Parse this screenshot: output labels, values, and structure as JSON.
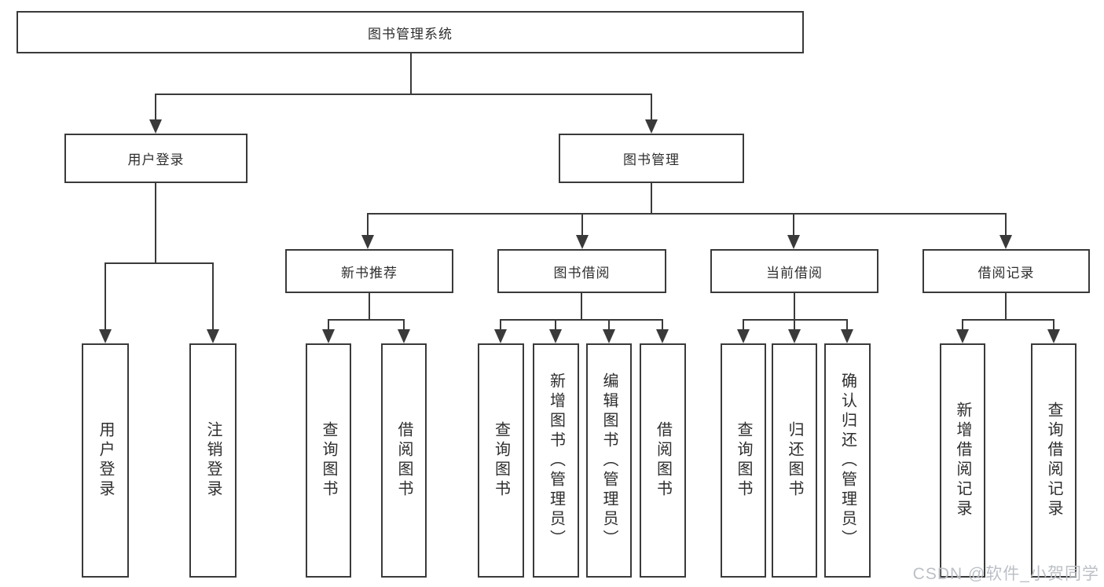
{
  "nodes": {
    "root": "图书管理系统",
    "level2": [
      "用户登录",
      "图书管理"
    ],
    "level3": [
      "新书推荐",
      "图书借阅",
      "当前借阅",
      "借阅记录"
    ],
    "leaves": {
      "user_login": [
        "用户登录",
        "注销登录"
      ],
      "new_book_recommend": [
        "查询图书",
        "借阅图书"
      ],
      "book_borrow": [
        "查询图书",
        "新增图书（管理员）",
        "编辑图书（管理员）",
        "借阅图书"
      ],
      "current_borrow": [
        "查询图书",
        "归还图书",
        "确认归还（管理员）"
      ],
      "borrow_record": [
        "新增借阅记录",
        "查询借阅记录"
      ]
    }
  },
  "watermark": "CSDN @软件_小贺同学",
  "colors": {
    "line": "#3a3a3a",
    "text": "#2e2e2e",
    "watermark": "#bcc0c6"
  }
}
